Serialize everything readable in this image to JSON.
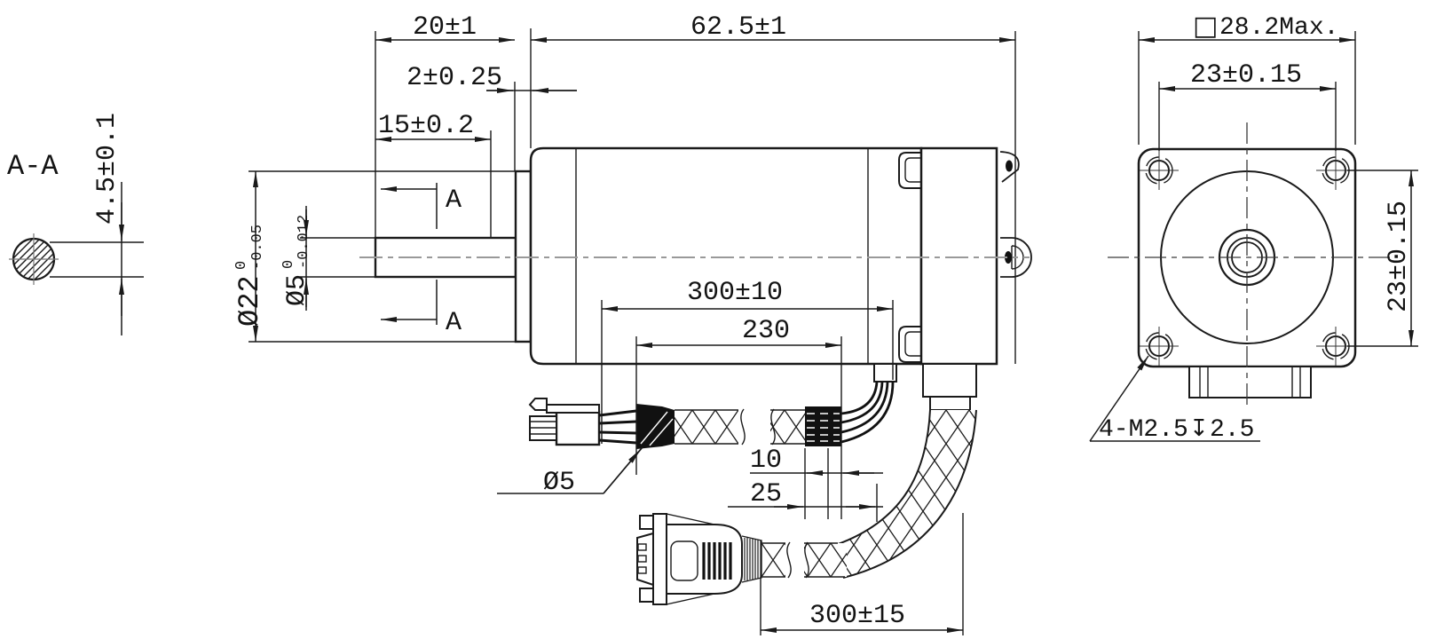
{
  "page": {
    "background": "#ffffff",
    "line_color": "#1a1a1a",
    "centerline_color": "#999999"
  },
  "section_view": {
    "title": "A-A",
    "dim_across_flat": "4.5±0.1"
  },
  "side_view": {
    "dims": {
      "front_length": "20±1",
      "boss_step": "2±0.25",
      "shaft_flat_length": "15±0.2",
      "body_length": "62.5±1",
      "cable_length": "300±10",
      "cable_to_shrink": "230",
      "shrink_length": "10",
      "shrink_offset": "25",
      "tail_length": "300±15",
      "cable_dia": "Ø5"
    },
    "boss_dia": {
      "base": "Ø22",
      "tol_upper": "0",
      "tol_lower": "-0.05"
    },
    "shaft_dia": {
      "base": "Ø5",
      "tol_upper": "0",
      "tol_lower": "-0.012"
    },
    "section_marker_top": "A",
    "section_marker_bottom": "A"
  },
  "front_view": {
    "dims": {
      "flange_square_symbol": "□",
      "flange_square": "28.2Max.",
      "hole_pitch_horizontal": "23±0.15",
      "hole_pitch_vertical": "23±0.15"
    },
    "mounting_note": {
      "prefix": "4-M2.5",
      "depth_symbol": "↧",
      "depth": "2.5",
      "full": "4-M2.5↧2.5"
    }
  }
}
